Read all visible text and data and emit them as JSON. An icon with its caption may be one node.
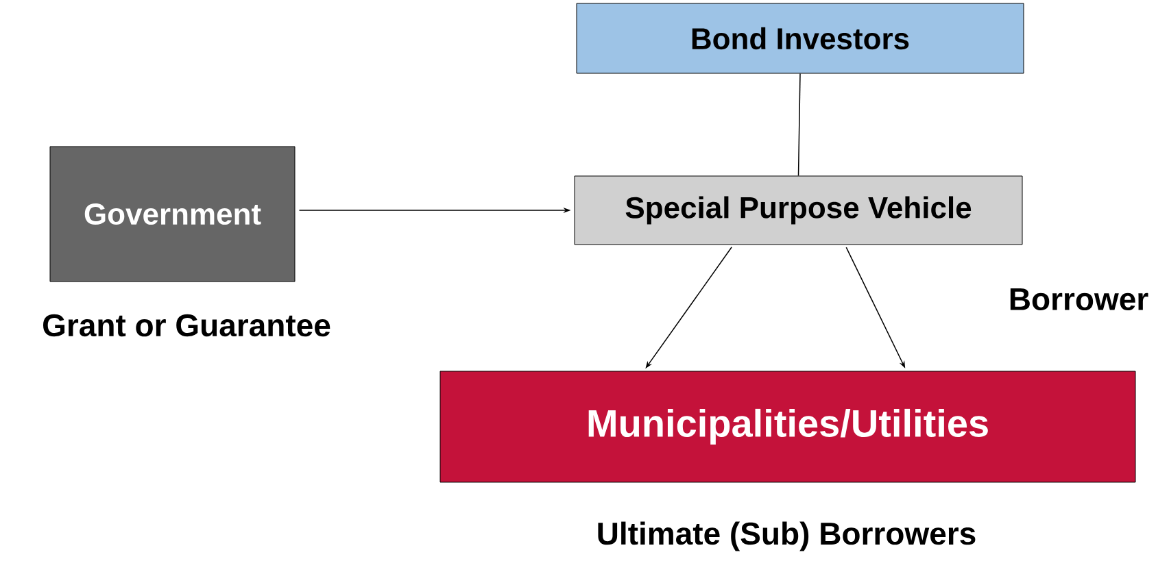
{
  "diagram": {
    "nodes": [
      {
        "text": [
          "Bond Investors"
        ]
      },
      {
        "text": [
          "Government"
        ],
        "beside": [
          "Grant or Guarantee"
        ]
      },
      {
        "text": [
          "Special Purpose Vehicle"
        ],
        "beside": [
          "Borrower"
        ]
      },
      {
        "text": [
          "Municipalities/Utilities"
        ],
        "beside": [
          "Ultimate (Sub) Borrowers"
        ]
      }
    ],
    "edges": [
      {
        "from": 0,
        "to": 2,
        "arrow": "none"
      },
      {
        "from": 1,
        "to": 2,
        "arrow": "to"
      },
      {
        "from": 2,
        "to": 3,
        "arrow": "to"
      },
      {
        "from": 2,
        "to": 3,
        "arrow": "to"
      }
    ]
  }
}
